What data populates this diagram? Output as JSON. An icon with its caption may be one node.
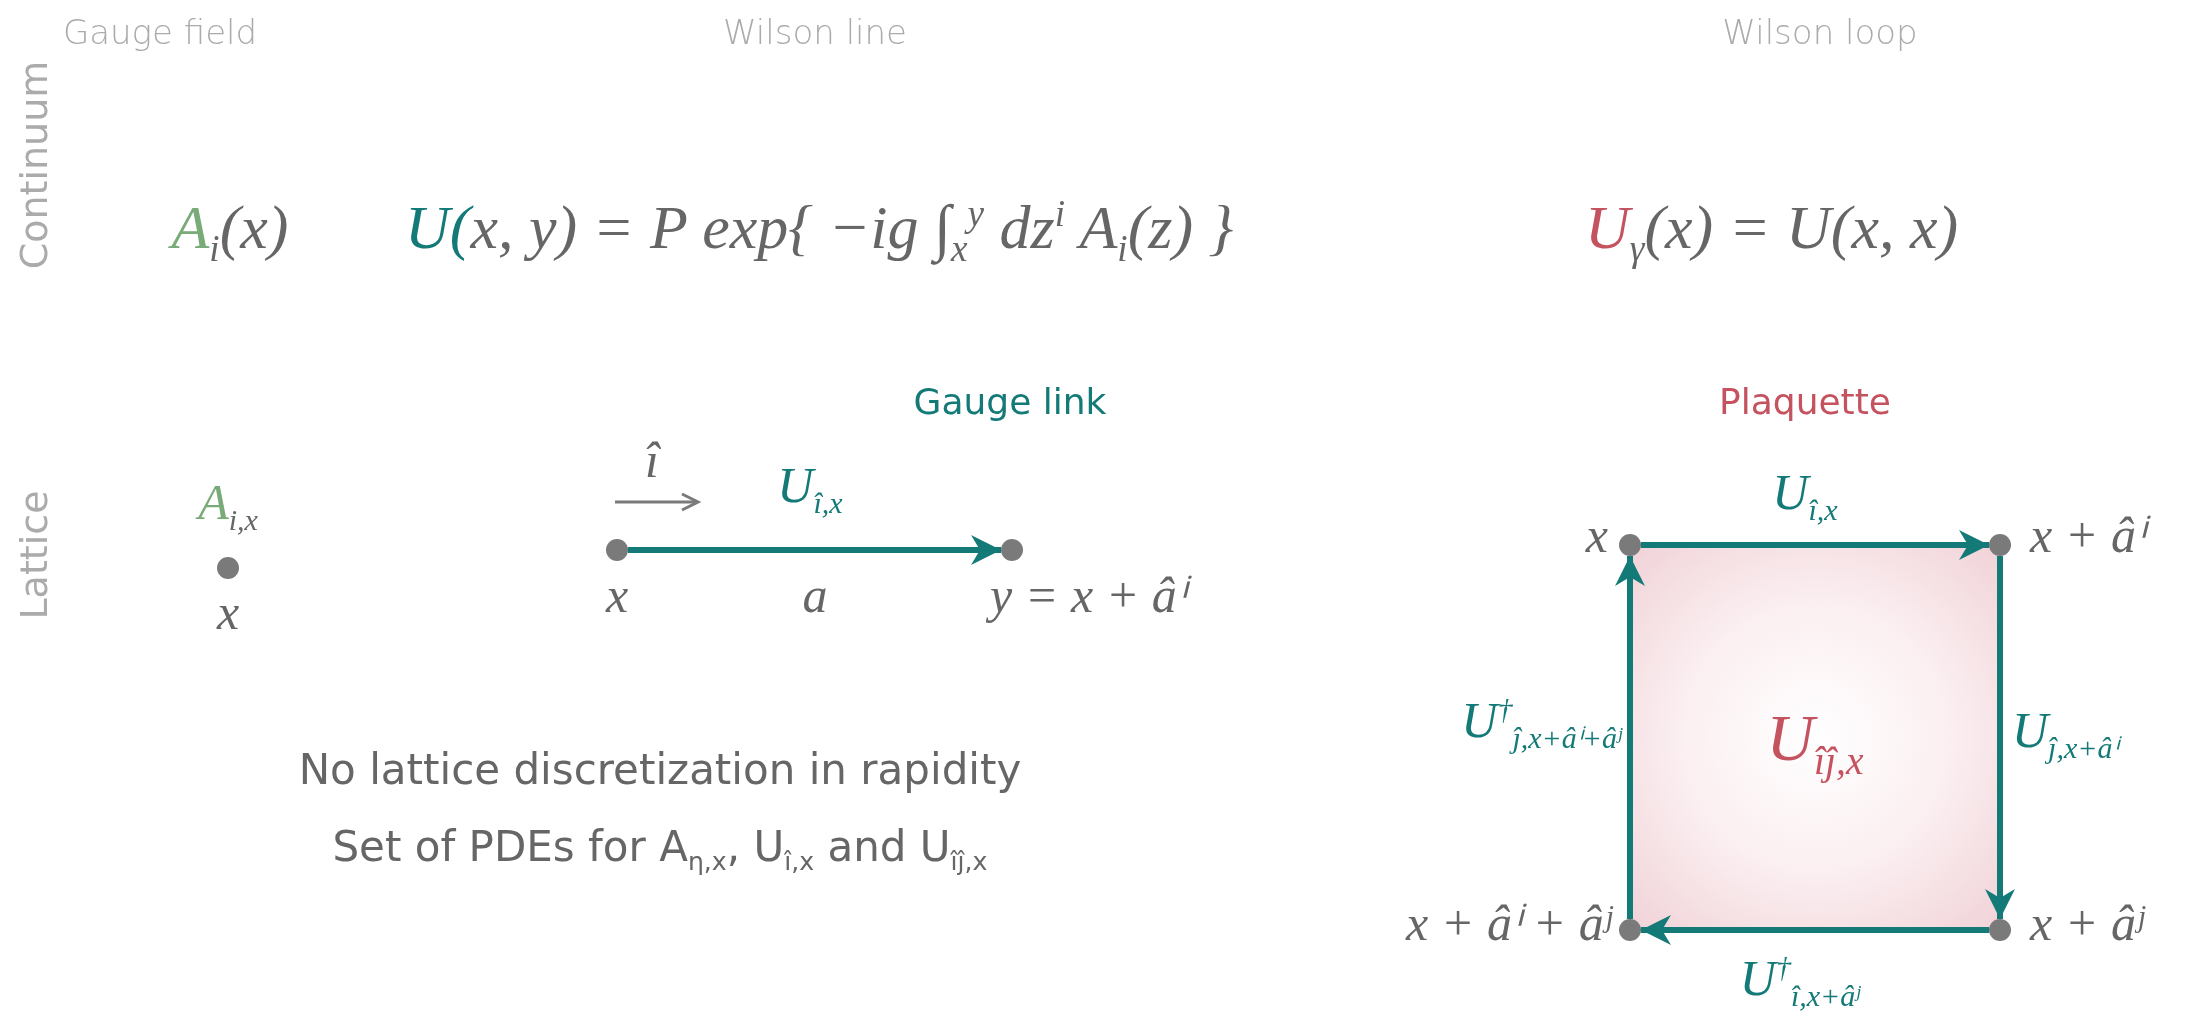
{
  "diagram": {
    "nodes": [
      {
        "text": [],
        "shape": "circle",
        "beside": [
          "A$_{i,x}$",
          "x"
        ]
      },
      {
        "text": [],
        "shape": "circle",
        "beside": [
          "x"
        ]
      },
      {
        "text": [],
        "shape": "circle",
        "beside": [
          "y = x + âⁱ"
        ]
      },
      {
        "text": [],
        "shape": "circle",
        "beside": [
          "x"
        ]
      },
      {
        "text": [],
        "shape": "circle",
        "beside": [
          "x + âⁱ"
        ]
      },
      {
        "text": [],
        "shape": "circle",
        "beside": [
          "x + âʲ"
        ]
      },
      {
        "text": [],
        "shape": "circle",
        "beside": [
          "x + âⁱ + âʲ"
        ]
      },
      {
        "text": [
          "U$_{îĵ,x}$"
        ]
      }
    ],
    "edges": [
      {
        "from": 1,
        "to": 2,
        "arrow": "to",
        "label": "U$_{î,x}$"
      },
      {
        "from": 3,
        "to": 4,
        "arrow": "to",
        "label": "U$_{î,x}$"
      },
      {
        "from": 4,
        "to": 5,
        "arrow": "to",
        "label": "U$_{ĵ,x+âⁱ}$"
      },
      {
        "from": 5,
        "to": 6,
        "arrow": "to",
        "label": "U$^{†}$$_{î,x+âʲ}$"
      },
      {
        "from": 6,
        "to": 3,
        "arrow": "to",
        "label": "U$^{†}$$_{ĵ,x+âⁱ+âʲ}$"
      }
    ],
    "labels": [
      "Gauge field",
      "Wilson line",
      "Wilson loop",
      "Continuum",
      "A$_{i}$(x)",
      "U(x, y) = P exp{ −ig ∫$_{x}$$^{y}$ dz$^{i}$ A$_{i}$(z) }",
      "U$_{γ}$(x) = U(x, x)",
      "Gauge link",
      "Plaquette",
      "Lattice",
      "î",
      "a",
      "No lattice discretization in rapidity",
      "Set of PDEs for A$_{η,x}$, U$_{î,x}$ and U$_{îĵ,x}$"
    ]
  }
}
